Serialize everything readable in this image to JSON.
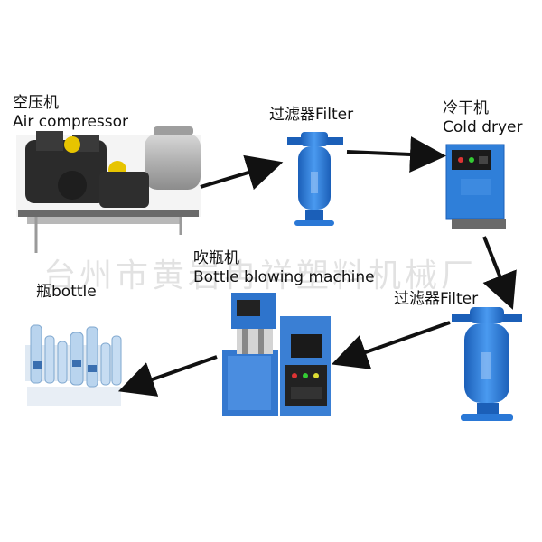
{
  "labels": {
    "air_compressor": {
      "zh": "空压机",
      "en": "Air compressor"
    },
    "filter_1": "过滤器Filter",
    "cold_dryer": {
      "zh": "冷干机",
      "en": "Cold dryer"
    },
    "filter_2": "过滤器Filter",
    "blowing_machine": {
      "zh": "吹瓶机",
      "en": "Bottle blowing machine"
    },
    "bottle": "瓶bottle"
  },
  "watermark": "台州市黄岩冉祥塑料机械厂",
  "colors": {
    "equipment_blue": "#2a78d6",
    "dark_metal": "#2e2e2e",
    "arrow": "#111111"
  }
}
